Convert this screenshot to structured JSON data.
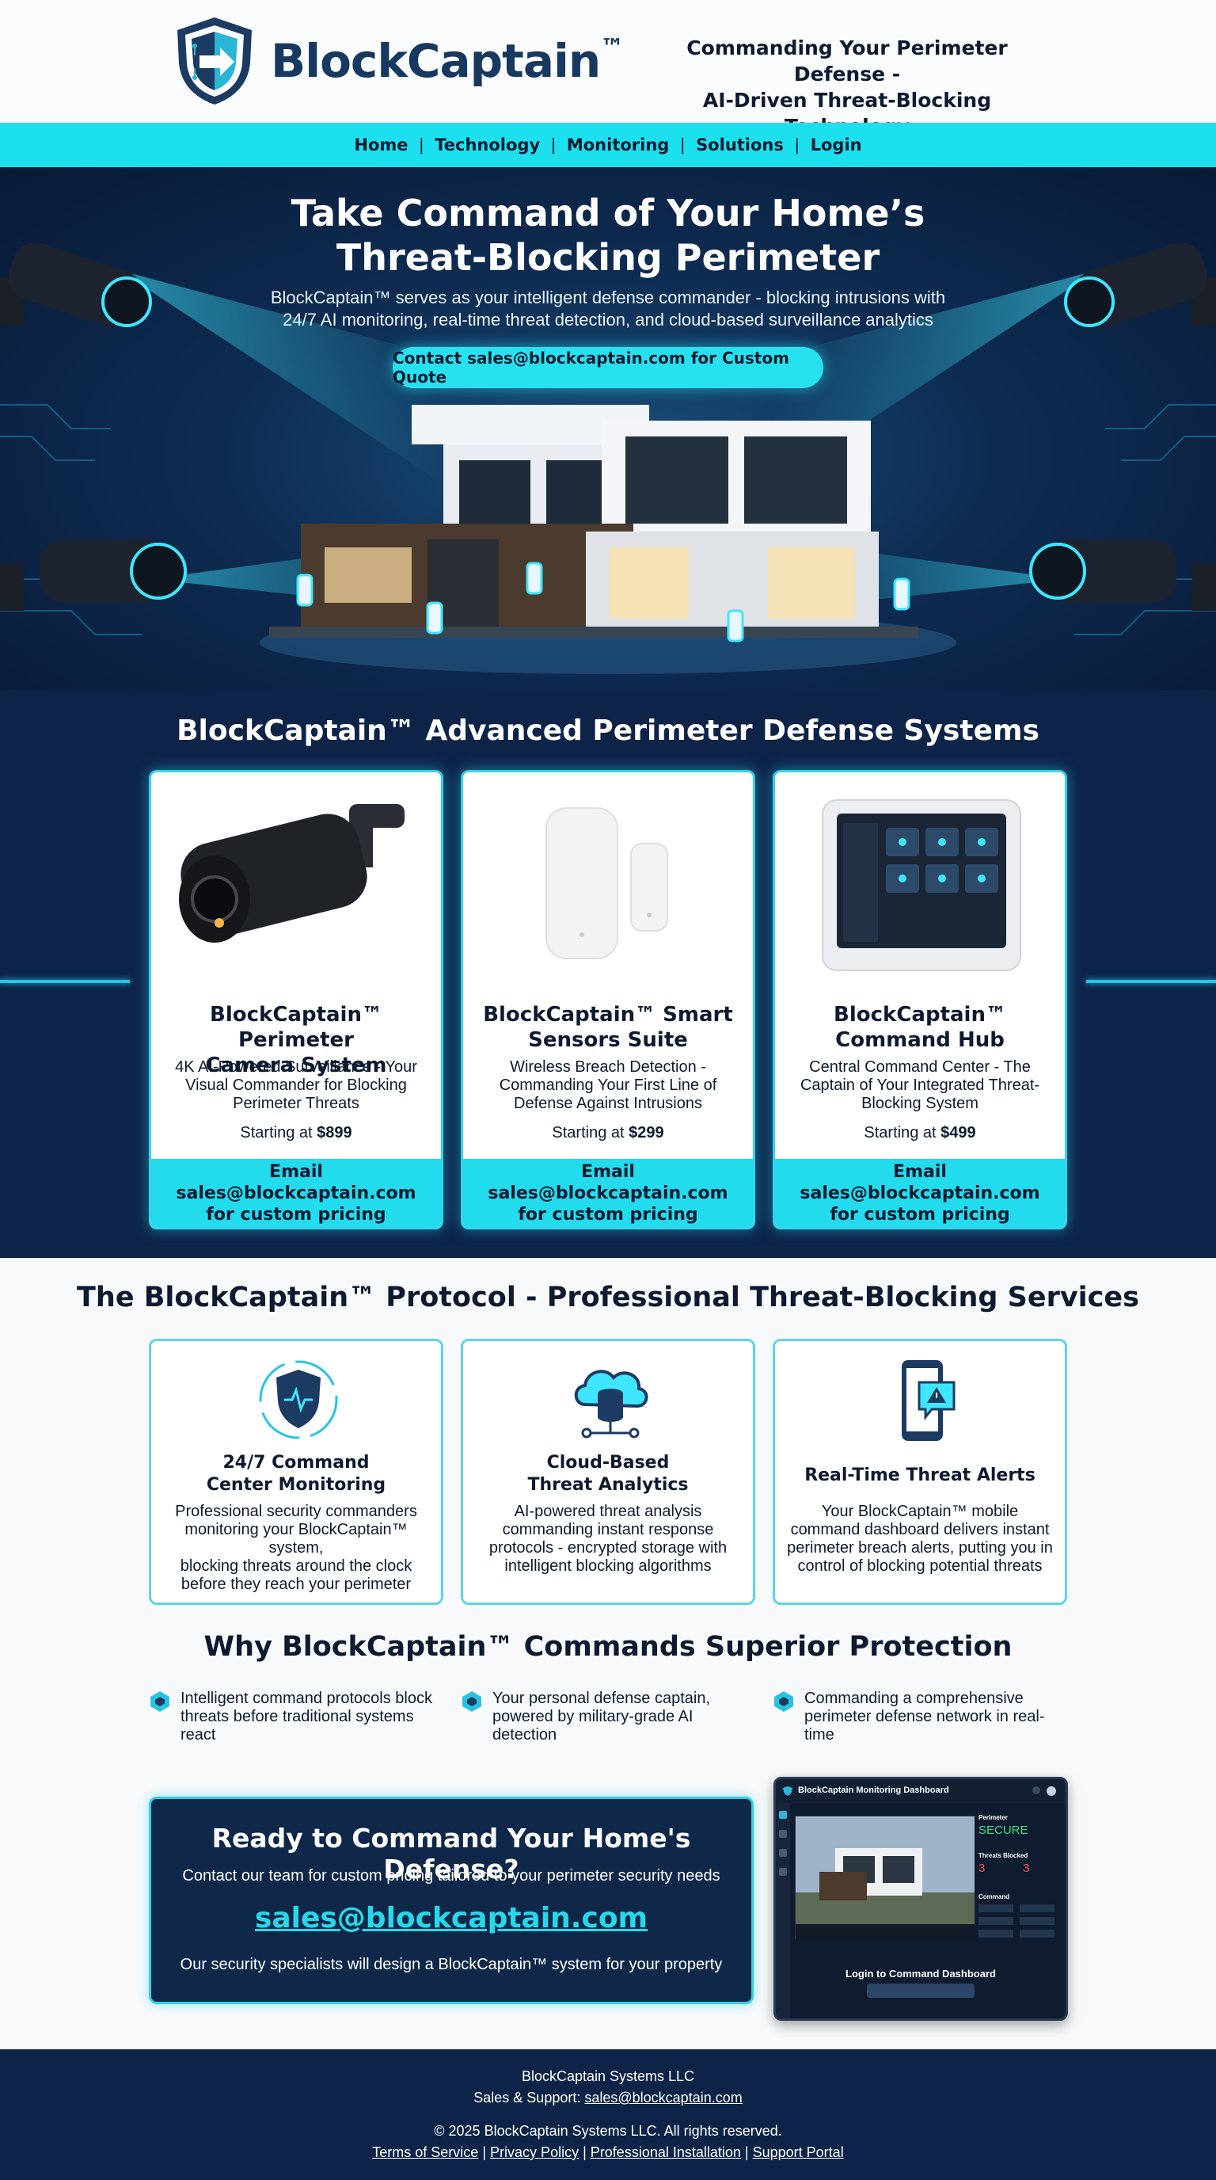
{
  "brand": {
    "name": "BlockCaptain",
    "tm": "™",
    "tagline_line1": "Commanding Your Perimeter Defense -",
    "tagline_line2": "AI-Driven Threat-Blocking Technology",
    "primary_color": "#17385f",
    "accent_color": "#1de0ee"
  },
  "nav": {
    "items": [
      "Home",
      "Technology",
      "Monitoring",
      "Solutions",
      "Login"
    ],
    "separator": "|"
  },
  "hero": {
    "title_line1": "Take Command of Your Home’s",
    "title_line2": "Threat-Blocking Perimeter",
    "subtitle_line1": "BlockCaptain™ serves as your intelligent defense commander - blocking intrusions with",
    "subtitle_line2": "24/7 AI monitoring, real-time threat detection, and cloud-based surveillance analytics",
    "cta": "Contact sales@blockcaptain.com for Custom Quote"
  },
  "products": {
    "title": "BlockCaptain™ Advanced Perimeter Defense Systems",
    "items": [
      {
        "icon": "security-camera-icon",
        "title_line1": "BlockCaptain™ Perimeter",
        "title_line2": "Camera System",
        "desc_line1": "4K AI-Powered Surveillance - Your",
        "desc_line2": "Visual Commander for Blocking",
        "desc_line3": "Perimeter Threats",
        "price_prefix": "Starting at ",
        "price": "$899",
        "footer_line1": "Email sales@blockcaptain.com",
        "footer_line2": "for custom pricing"
      },
      {
        "icon": "door-sensor-icon",
        "title_line1": "BlockCaptain™ Smart",
        "title_line2": "Sensors Suite",
        "desc_line1": "Wireless Breach Detection -",
        "desc_line2": "Commanding Your First Line of",
        "desc_line3": "Defense Against Intrusions",
        "price_prefix": "Starting at ",
        "price": "$299",
        "footer_line1": "Email sales@blockcaptain.com",
        "footer_line2": "for custom pricing"
      },
      {
        "icon": "tablet-hub-icon",
        "title_line1": "BlockCaptain™",
        "title_line2": "Command Hub",
        "desc_line1": "Central Command Center - The",
        "desc_line2": "Captain of Your Integrated Threat-",
        "desc_line3": "Blocking System",
        "price_prefix": "Starting at ",
        "price": "$499",
        "footer_line1": "Email sales@blockcaptain.com",
        "footer_line2": "for custom pricing"
      }
    ]
  },
  "services": {
    "title": "The BlockCaptain™ Protocol - Professional Threat-Blocking Services",
    "items": [
      {
        "icon": "shield-monitoring-icon",
        "title_line1": "24/7 Command",
        "title_line2": "Center Monitoring",
        "desc_line1": "Professional security commanders",
        "desc_line2": "monitoring your BlockCaptain™ system,",
        "desc_line3": "blocking threats around the clock",
        "desc_line4": "before they reach your perimeter"
      },
      {
        "icon": "cloud-database-icon",
        "title_line1": "Cloud-Based",
        "title_line2": "Threat Analytics",
        "desc_line1": "AI-powered threat analysis",
        "desc_line2": "commanding instant response",
        "desc_line3": "protocols - encrypted storage with",
        "desc_line4": "intelligent blocking algorithms"
      },
      {
        "icon": "phone-alert-icon",
        "title_line1": "Real-Time Threat Alerts",
        "title_line2": "",
        "desc_line1": "Your BlockCaptain™ mobile",
        "desc_line2": "command dashboard delivers instant",
        "desc_line3": "perimeter breach alerts, putting you in",
        "desc_line4": "control of blocking potential threats"
      }
    ]
  },
  "why": {
    "title": "Why BlockCaptain™ Commands Superior Protection",
    "items": [
      {
        "line1": "Intelligent command protocols block",
        "line2": "threats before traditional systems",
        "line3": "react"
      },
      {
        "line1": "Your personal defense captain,",
        "line2": "powered by military-grade AI",
        "line3": "detection"
      },
      {
        "line1": "Commanding a comprehensive",
        "line2": "perimeter defense network in real-",
        "line3": "time"
      }
    ]
  },
  "cta": {
    "title": "Ready to Command Your Home's Defense?",
    "subtitle": "Contact our team for custom pricing tailored to your perimeter security needs",
    "email": "sales@blockcaptain.com",
    "note": "Our security specialists will design a BlockCaptain™ system for your property"
  },
  "dashboard": {
    "title": "BlockCaptain Monitoring Dashboard",
    "perimeter_label": "Perimeter",
    "perimeter_value": "SECURE",
    "threats_label": "Threats Blocked",
    "threats_value_a": "3",
    "threats_value_b": "3",
    "command_label": "Command",
    "login_label": "Login to Command Dashboard"
  },
  "footer": {
    "company": "BlockCaptain Systems LLC",
    "support_prefix": "Sales & Support: ",
    "support_email": "sales@blockcaptain.com",
    "copyright": "© 2025 BlockCaptain Systems LLC. All rights reserved.",
    "links": [
      "Terms of Service",
      "Privacy Policy",
      "Professional Installation",
      "Support Portal"
    ],
    "link_separator": "|"
  }
}
